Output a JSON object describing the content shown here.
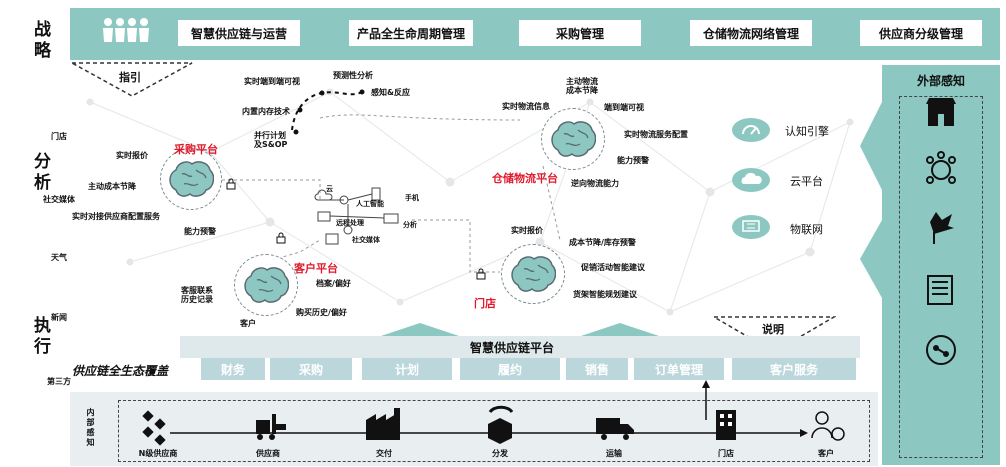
{
  "rows": {
    "strategy": "战略",
    "analysis": "分析",
    "execution": "执行"
  },
  "strategy": {
    "items": [
      "智慧供应链与运营",
      "产品全生命周期管理",
      "采购管理",
      "仓储物流网络管理",
      "供应商分级管理"
    ]
  },
  "guide_label": "指引",
  "explain_label": "说明",
  "analysis": {
    "procurement": {
      "label": "采购平台",
      "annotations": [
        "实时报价",
        "主动成本节降",
        "实时对接供应商配置服务",
        "能力预警"
      ]
    },
    "warehouse": {
      "label": "仓储物流平台",
      "annotations": [
        "主动物流\n成本节降",
        "实时物流信息",
        "端到端可视",
        "实时物流服务配置",
        "能力预警",
        "逆向物流能力"
      ]
    },
    "customer": {
      "label": "客户平台",
      "annotations": [
        "客服联系\n历史记录",
        "档案/偏好",
        "购买历史/偏好",
        "客户"
      ]
    },
    "store": {
      "label": "门店",
      "annotations": [
        "实时报价",
        "成本节降/库存预警",
        "促销活动智能建议",
        "货架智能规划建议"
      ]
    },
    "top_chain": [
      "实时端到端可视",
      "预测性分析",
      "感知&反应",
      "内置内存技术",
      "并行计划\n及S&OP"
    ],
    "tech_center": [
      "云",
      "人工智能",
      "手机",
      "远程处理",
      "分析",
      "社交媒体"
    ],
    "services": [
      "认知引擎",
      "云平台",
      "物联网"
    ]
  },
  "execution": {
    "platform_title": "智慧供应链平台",
    "ecosystem_label": "供应链全生态覆盖",
    "modules": [
      "财务",
      "采购",
      "计划",
      "履约",
      "销售",
      "订单管理",
      "客户服务"
    ]
  },
  "internal": {
    "label": "内部感知",
    "chain": [
      "N级供应商",
      "供应商",
      "交付",
      "分发",
      "运输",
      "门店",
      "客户"
    ]
  },
  "external": {
    "title": "外部感知",
    "items": [
      "门店",
      "社交媒体",
      "天气",
      "新闻",
      "第三方"
    ]
  },
  "colors": {
    "teal": "#8cc8c1",
    "red": "#e0192b",
    "pill": "#dfe9ec"
  }
}
